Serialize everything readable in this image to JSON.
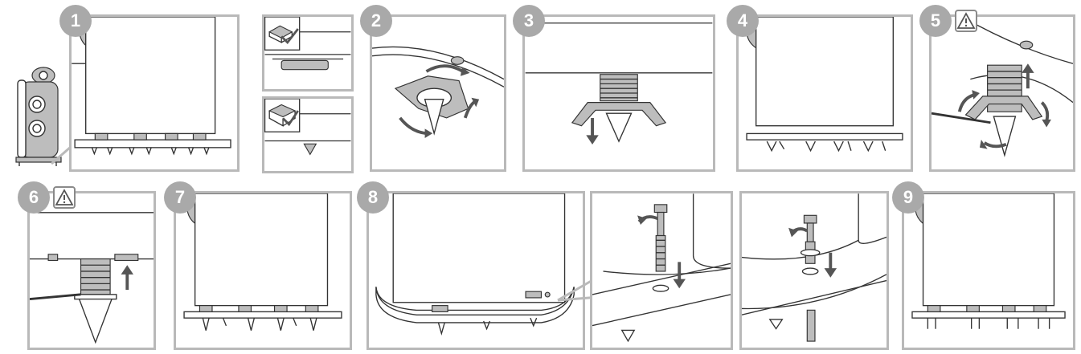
{
  "steps": [
    {
      "id": "step-1",
      "number": "1"
    },
    {
      "id": "step-2",
      "number": "2"
    },
    {
      "id": "step-3",
      "number": "3"
    },
    {
      "id": "step-4",
      "number": "4"
    },
    {
      "id": "step-5",
      "number": "5",
      "warning": true
    },
    {
      "id": "step-6",
      "number": "6",
      "warning": true
    },
    {
      "id": "step-7",
      "number": "7"
    },
    {
      "id": "step-8",
      "number": "8"
    },
    {
      "id": "step-9",
      "number": "9"
    }
  ],
  "icons": {
    "warning": "warning-triangle-icon",
    "floor_hard": "hard-floor-check-icon",
    "floor_carpet": "carpet-floor-check-icon"
  },
  "colors": {
    "badge": "#a9a9a9",
    "border": "#b9b9b9",
    "line": "#333333",
    "arrow": "#555555"
  }
}
